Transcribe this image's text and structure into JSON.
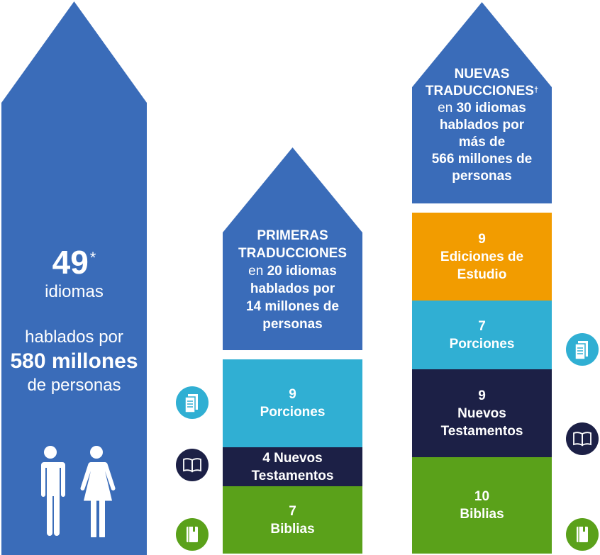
{
  "colors": {
    "arrow_blue": "#3a6cb9",
    "portions_cyan": "#30afd3",
    "new_testament_navy": "#1c2046",
    "bibles_green": "#5aa11a",
    "study_orange": "#f29c00"
  },
  "left_panel": {
    "number": "49",
    "asterisk": "*",
    "unit": "idiomas",
    "line1": "hablados por",
    "line2": "580 millones",
    "line3": "de personas",
    "icon": "people-man-woman-icon"
  },
  "middle_panel": {
    "head_line1": "PRIMERAS",
    "head_line2": "TRADUCCIONES",
    "head_line3_prefix": "en ",
    "head_line3_bold": "20 idiomas",
    "head_line4": "hablados por",
    "head_line5": "14 millones de",
    "head_line6": "personas",
    "segments": {
      "portions": {
        "count": "9",
        "label": "Porciones"
      },
      "new_testaments": {
        "line1": "4 Nuevos",
        "line2": "Testamentos"
      },
      "bibles": {
        "count": "7",
        "label": "Biblias"
      }
    }
  },
  "right_panel": {
    "head_line1": "NUEVAS",
    "head_line2": "TRADUCCIONES",
    "head_note_mark": "†",
    "head_line3_prefix": "en ",
    "head_line3_bold": "30 idiomas",
    "head_line4": "hablados por",
    "head_line5": "más de",
    "head_line6": "566 millones de",
    "head_line7": "personas",
    "segments": {
      "study": {
        "count": "9",
        "line1": "Ediciones de",
        "line2": "Estudio"
      },
      "portions": {
        "count": "7",
        "label": "Porciones"
      },
      "new_testaments": {
        "count": "9",
        "line1": "Nuevos",
        "line2": "Testamentos"
      },
      "bibles": {
        "count": "10",
        "label": "Biblias"
      }
    }
  },
  "icons": {
    "portions": "portion-booklet-icon",
    "new_testament": "open-book-icon",
    "bible": "closed-bible-icon"
  }
}
